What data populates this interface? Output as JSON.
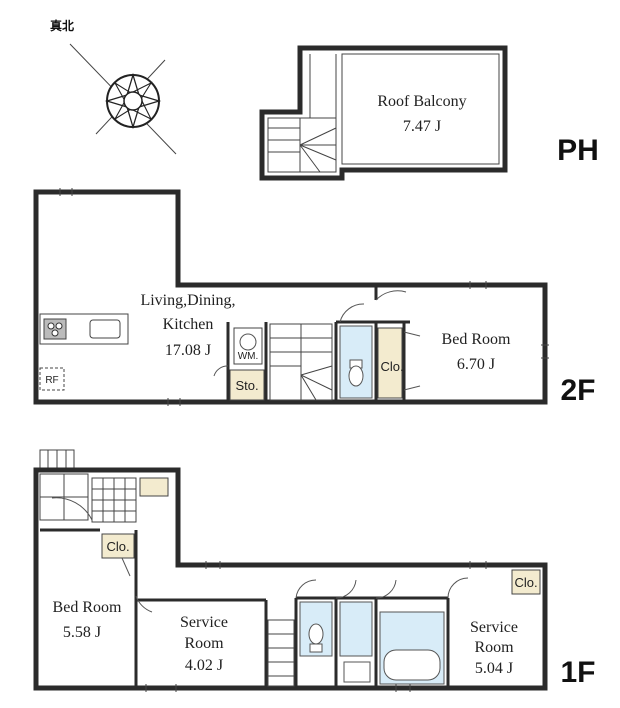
{
  "compass": {
    "label": "真北"
  },
  "floors": {
    "ph": {
      "label": "PH"
    },
    "second": {
      "label": "2F"
    },
    "first": {
      "label": "1F"
    }
  },
  "rooms": {
    "roof_balcony": {
      "name": "Roof Balcony",
      "size": "7.47 J"
    },
    "ldk": {
      "line1": "Living,Dining,",
      "line2": "Kitchen",
      "size": "17.08 J"
    },
    "bed_2f": {
      "name": "Bed Room",
      "size": "6.70 J"
    },
    "bed_1f": {
      "name": "Bed Room",
      "size": "5.58 J"
    },
    "service_a": {
      "line1": "Service",
      "line2": "Room",
      "size": "4.02 J"
    },
    "service_b": {
      "line1": "Service",
      "line2": "Room",
      "size": "5.04 J"
    }
  },
  "fixtures": {
    "clo_2f": "Clo.",
    "sto_2f": "Sto.",
    "wm_2f": "WM.",
    "rf_2f": "RF",
    "clo_1f_left": "Clo.",
    "clo_1f_right": "Clo."
  },
  "colors": {
    "wall": "#2b2b2b",
    "wet_area": "#d8ecf8",
    "closet": "#f3ebcf"
  }
}
